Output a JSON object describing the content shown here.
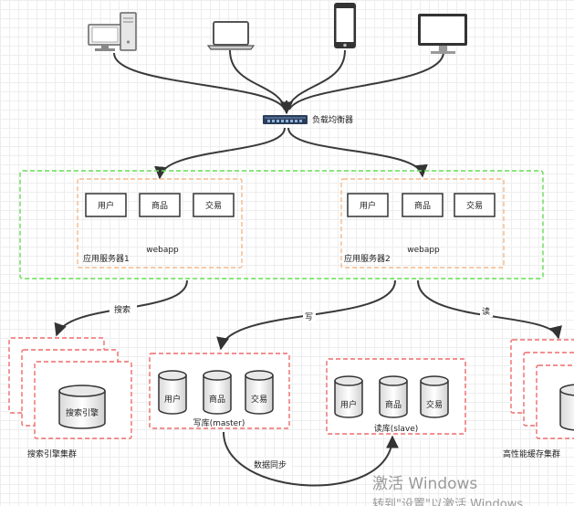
{
  "colors": {
    "line": "#3a3a3a",
    "green_dash": "#66dd55",
    "orange_dash": "#f5b98a",
    "red_dash": "#ee6b6b",
    "box_stroke": "#333333"
  },
  "devices": [
    {
      "name": "desktop-pc-icon"
    },
    {
      "name": "laptop-icon"
    },
    {
      "name": "smartphone-icon"
    },
    {
      "name": "monitor-icon"
    }
  ],
  "load_balancer": {
    "label": "负载均衡器",
    "icon": "network-switch-icon"
  },
  "app_servers": [
    {
      "label": "应用服务器1",
      "app": "webapp",
      "modules": [
        "用户",
        "商品",
        "交易"
      ]
    },
    {
      "label": "应用服务器2",
      "app": "webapp",
      "modules": [
        "用户",
        "商品",
        "交易"
      ]
    }
  ],
  "edges": {
    "search": "搜索",
    "write": "写",
    "read": "读",
    "sync": "数据同步"
  },
  "search_cluster": {
    "label": "搜索引擎集群",
    "db": "搜索引擎"
  },
  "write_db": {
    "label": "写库(master)",
    "dbs": [
      "用户",
      "商品",
      "交易"
    ]
  },
  "read_db": {
    "label": "读库(slave)",
    "dbs": [
      "用户",
      "商品",
      "交易"
    ]
  },
  "cache_cluster": {
    "label": "高性能缓存集群"
  },
  "watermark": {
    "line1": "激活 Windows",
    "line2": "转到\"设置\"以激活 Windows"
  }
}
